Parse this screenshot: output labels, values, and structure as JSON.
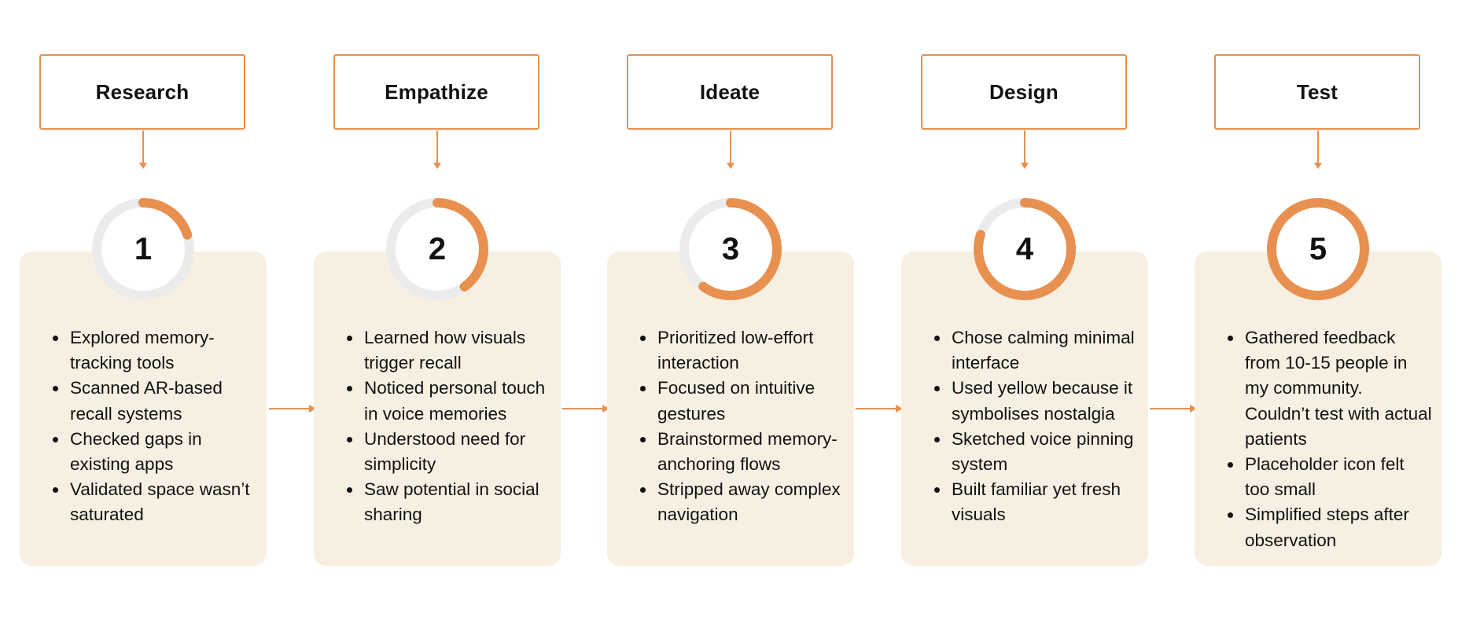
{
  "colors": {
    "accent": "#e8904f",
    "card_bg": "#f7f0e2",
    "ring_track": "#ebebeb",
    "text": "#111111"
  },
  "steps": [
    {
      "title": "Research",
      "number": "1",
      "progress": 0.2,
      "bullets": [
        "Explored memory-tracking tools",
        "Scanned AR-based recall systems",
        "Checked gaps in existing apps",
        "Validated space wasn’t saturated"
      ]
    },
    {
      "title": "Empathize",
      "number": "2",
      "progress": 0.4,
      "bullets": [
        "Learned how visuals trigger recall",
        "Noticed personal touch in voice memories",
        "Understood need for simplicity",
        "Saw potential in social sharing"
      ]
    },
    {
      "title": "Ideate",
      "number": "3",
      "progress": 0.6,
      "bullets": [
        "Prioritized low-effort interaction",
        "Focused on intuitive gestures",
        "Brainstormed memory-anchoring flows",
        "Stripped away complex navigation"
      ]
    },
    {
      "title": "Design",
      "number": "4",
      "progress": 0.8,
      "bullets": [
        "Chose calming minimal interface",
        "Used yellow because it symbolises nostalgia",
        "Sketched voice pinning system",
        "Built familiar yet fresh visuals"
      ]
    },
    {
      "title": "Test",
      "number": "5",
      "progress": 1.0,
      "bullets": [
        "Gathered feedback from 10-15 people in my community. Couldn’t test with actual patients",
        "Placeholder icon felt too small",
        "Simplified steps after observation"
      ]
    }
  ]
}
